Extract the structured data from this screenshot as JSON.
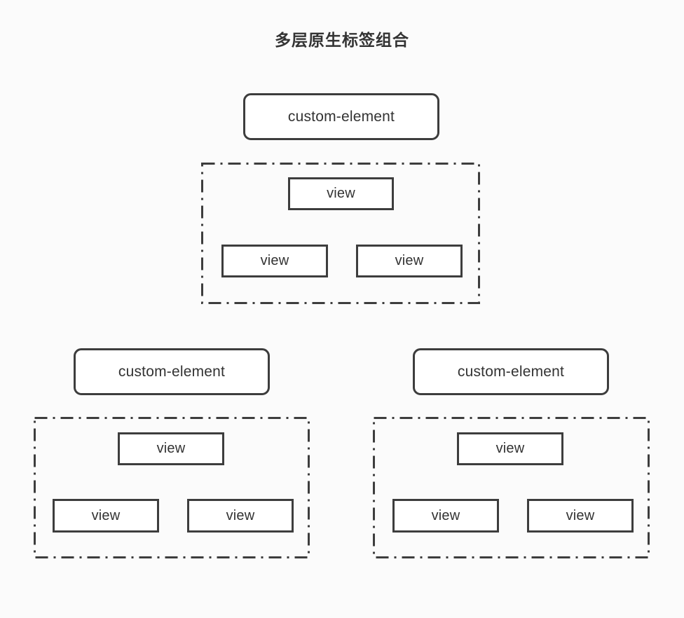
{
  "page": {
    "title": "多层原生标签组合",
    "background_color": "#fbfbfb",
    "stroke_color": "#3d3d3d",
    "text_color": "#333333",
    "fill_color": "#ffffff"
  },
  "diagram": {
    "type": "nested-component-tree",
    "title": "多层原生标签组合",
    "groups": [
      {
        "id": "group-top",
        "position": "top-center",
        "root": {
          "label": "custom-element",
          "shape": "rounded-rect",
          "border_style": "solid"
        },
        "slot": {
          "border_style": "dash-dot",
          "children": [
            {
              "label": "view",
              "shape": "rect",
              "border_style": "solid",
              "row": 1,
              "column": 1
            },
            {
              "label": "view",
              "shape": "rect",
              "border_style": "solid",
              "row": 2,
              "column": 1
            },
            {
              "label": "view",
              "shape": "rect",
              "border_style": "solid",
              "row": 2,
              "column": 2
            }
          ]
        }
      },
      {
        "id": "group-bottom-left",
        "position": "bottom-left",
        "root": {
          "label": "custom-element",
          "shape": "rounded-rect",
          "border_style": "solid"
        },
        "slot": {
          "border_style": "dash-dot",
          "children": [
            {
              "label": "view",
              "shape": "rect",
              "border_style": "solid",
              "row": 1,
              "column": 1
            },
            {
              "label": "view",
              "shape": "rect",
              "border_style": "solid",
              "row": 2,
              "column": 1
            },
            {
              "label": "view",
              "shape": "rect",
              "border_style": "solid",
              "row": 2,
              "column": 2
            }
          ]
        }
      },
      {
        "id": "group-bottom-right",
        "position": "bottom-right",
        "root": {
          "label": "custom-element",
          "shape": "rounded-rect",
          "border_style": "solid"
        },
        "slot": {
          "border_style": "dash-dot",
          "children": [
            {
              "label": "view",
              "shape": "rect",
              "border_style": "solid",
              "row": 1,
              "column": 1
            },
            {
              "label": "view",
              "shape": "rect",
              "border_style": "solid",
              "row": 2,
              "column": 1
            },
            {
              "label": "view",
              "shape": "rect",
              "border_style": "solid",
              "row": 2,
              "column": 2
            }
          ]
        }
      }
    ]
  }
}
